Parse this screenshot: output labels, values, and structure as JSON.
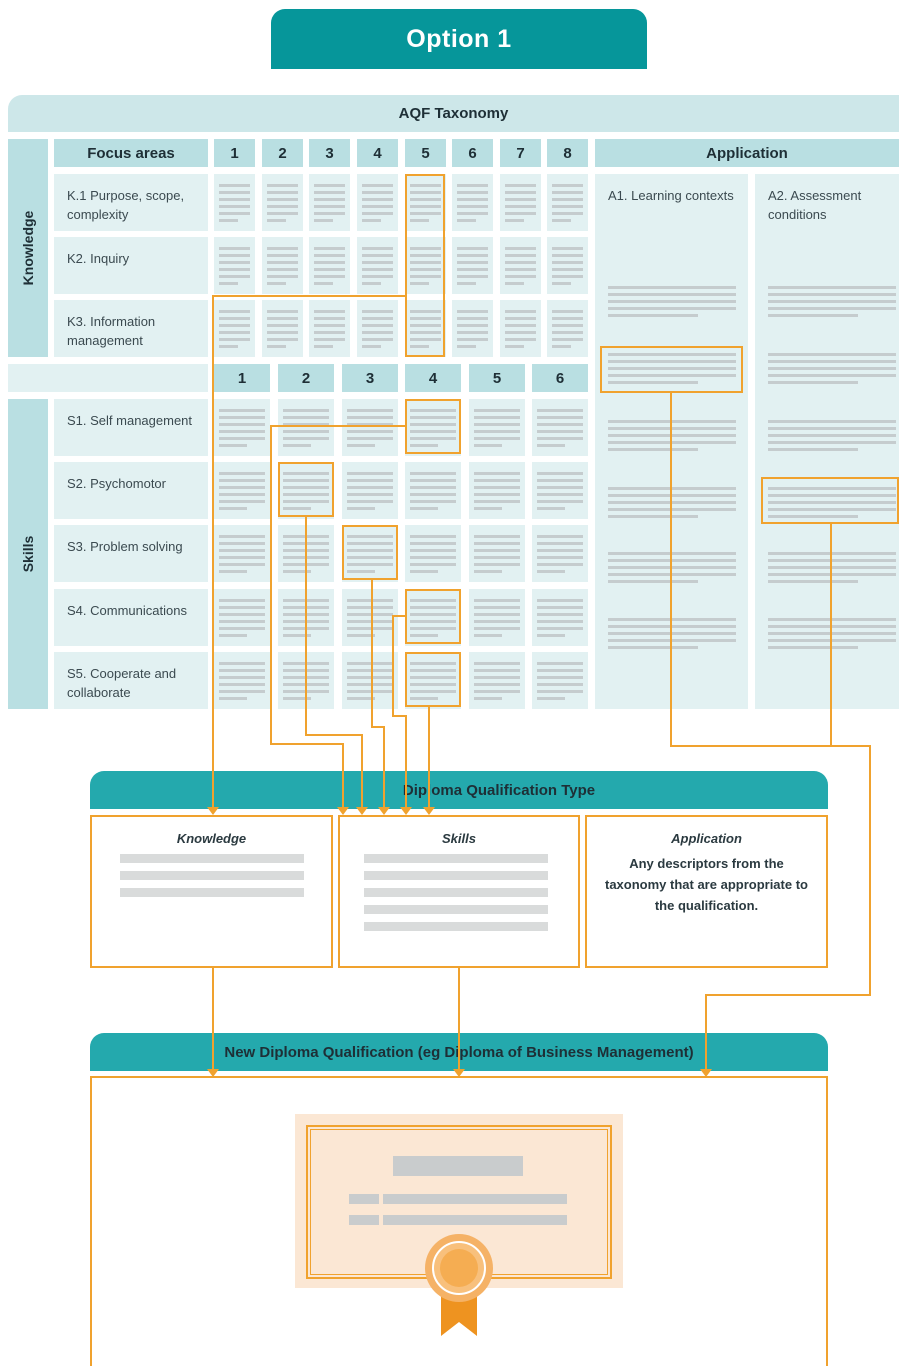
{
  "header": {
    "title": "Option 1"
  },
  "taxonomy": {
    "title": "AQF Taxonomy",
    "focus_areas_label": "Focus areas",
    "application_label": "Application",
    "knowledge_label": "Knowledge",
    "skills_label": "Skills",
    "knowledge_levels": [
      "1",
      "2",
      "3",
      "4",
      "5",
      "6",
      "7",
      "8"
    ],
    "skill_levels": [
      "1",
      "2",
      "3",
      "4",
      "5",
      "6"
    ],
    "knowledge_rows": [
      "K.1 Purpose, scope, complexity",
      "K2. Inquiry",
      "K3. Information management"
    ],
    "skill_rows": [
      "S1. Self management",
      "S2. Psychomotor",
      "S3. Problem solving",
      "S4. Communications",
      "S5. Cooperate and collaborate"
    ],
    "application_columns": [
      "A1. Learning contexts",
      "A2. Assessment conditions"
    ]
  },
  "diploma_type": {
    "title": "Diploma Qualification Type",
    "knowledge_label": "Knowledge",
    "skills_label": "Skills",
    "application_label": "Application",
    "application_text": "Any descriptors from the taxonomy that are appropriate to the qualification."
  },
  "new_diploma": {
    "title": "New Diploma Qualification (eg Diploma of Business Management)"
  },
  "colors": {
    "teal": "#06969a",
    "teal_light": "#24a9ad",
    "header_cell": "#b9dfe2",
    "body_cell": "#e2f1f2",
    "highlight": "#f0a22e",
    "certificate": "#fbe7d4"
  }
}
